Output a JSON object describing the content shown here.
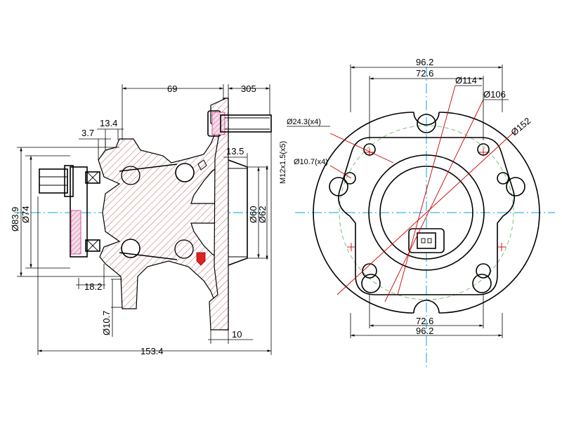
{
  "side_view": {
    "top_dims": {
      "width_69": "69",
      "width_305": "305"
    },
    "left_dims": {
      "d_13_4": "13.4",
      "d_3_7": "3.7",
      "dia_83_9": "Ø83.9",
      "dia_74": "Ø74"
    },
    "right_dims": {
      "d_13_5": "13.5",
      "dia_60": "Ø60",
      "dia_62": "Ø62",
      "thread": "M12x1.5(x5)"
    },
    "bottom_dims": {
      "d_18_2": "18.2",
      "dia_10_7": "Ø10.7",
      "d_10": "10",
      "total": "153.4"
    }
  },
  "front_view": {
    "top_dims": {
      "outer": "96.2",
      "inner": "72.6"
    },
    "bottom_dims": {
      "inner": "72.6",
      "outer": "96.2"
    },
    "callouts": {
      "pcd_114": "Ø114",
      "pcd_106": "Ø106",
      "outer_152": "Ø152",
      "stud_hole": "Ø24.3(x4)",
      "bolt_hole": "Ø10.7(x4)"
    }
  },
  "colors": {
    "centerline": "#00aad4",
    "leader": "#cc0000",
    "pcd_circle": "#66bb66",
    "seal_pink": "#cc5599"
  }
}
